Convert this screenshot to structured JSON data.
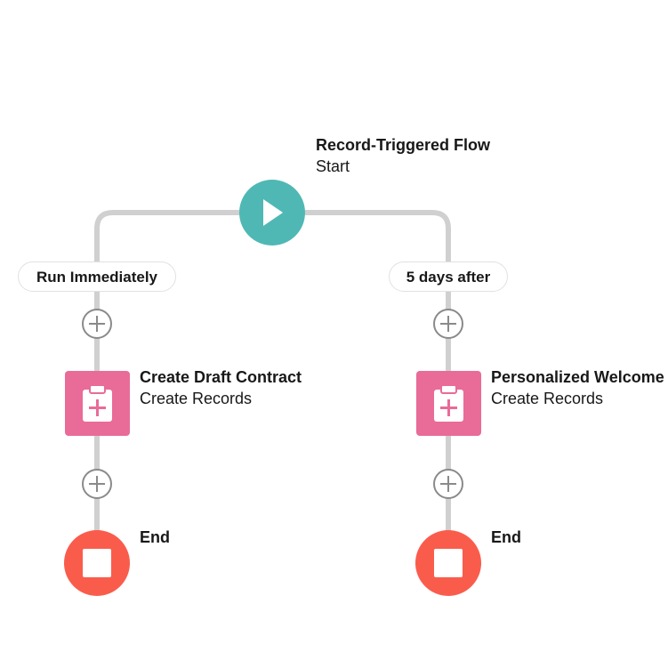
{
  "start": {
    "title": "Record-Triggered Flow",
    "subtitle": "Start",
    "icon": "play-icon",
    "color": "#4fb8b4"
  },
  "branches": [
    {
      "label": "Run Immediately",
      "element": {
        "title": "Create Draft Contract",
        "subtitle": "Create Records",
        "icon": "clipboard-plus-icon",
        "color": "#e96b98"
      },
      "end_label": "End"
    },
    {
      "label": "5 days after",
      "element": {
        "title": "Personalized Welcome",
        "subtitle": "Create Records",
        "icon": "clipboard-plus-icon",
        "color": "#e96b98"
      },
      "end_label": "End"
    }
  ],
  "colors": {
    "connector": "#d0d0d0",
    "end": "#fa5c4c",
    "add_button": "#8a8a8a"
  }
}
